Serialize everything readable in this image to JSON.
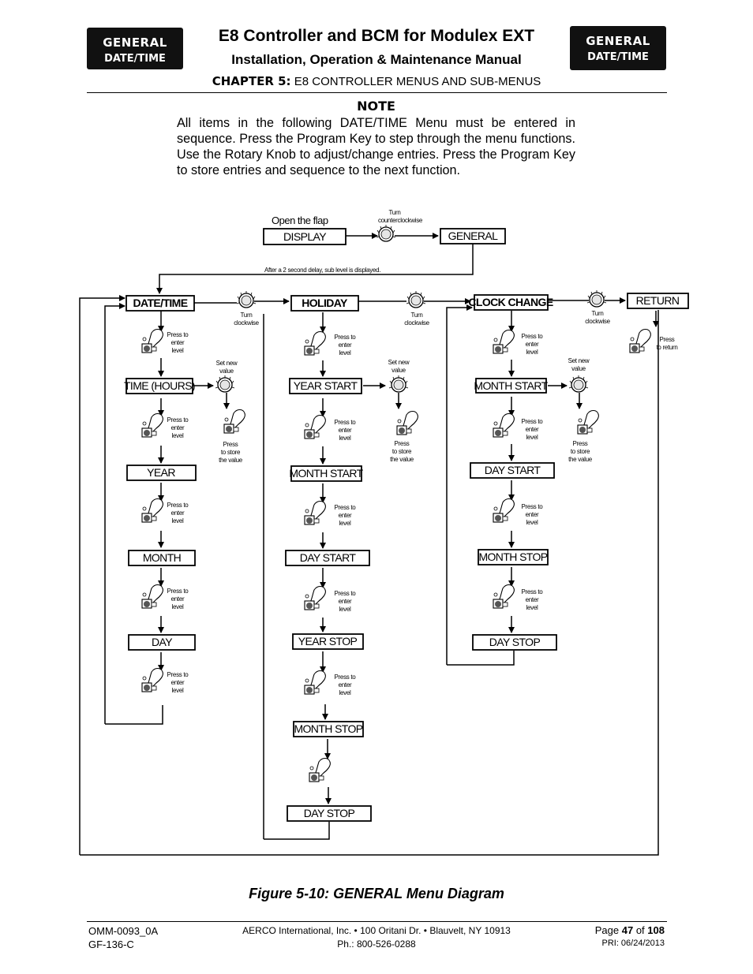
{
  "header": {
    "badge_top": "GENERAL",
    "badge_bottom": "DATE/TIME",
    "title": "E8 Controller and BCM for Modulex EXT",
    "subtitle": "Installation, Operation & Maintenance Manual",
    "chapter_label": "CHAPTER 5:",
    "chapter_text": "E8 CONTROLLER MENUS AND SUB-MENUS"
  },
  "note": {
    "heading": "NOTE",
    "body": "All items in the following DATE/TIME Menu must be entered in sequence. Press the Program Key to step through the menu functions. Use the Rotary Knob to adjust/change entries. Press the Program Key to store entries and sequence to the next function."
  },
  "diagram": {
    "top": {
      "open_flap": "Open the flap",
      "display": "DISPLAY",
      "turn_counter_1": "Turn",
      "turn_counter_2": "counterclockwise",
      "general": "GENERAL",
      "delay_note": "After a 2 second delay, sub level is displayed."
    },
    "columns": {
      "datetime": {
        "header": "DATE/TIME",
        "items": [
          "TIME (HOURS)",
          "YEAR",
          "MONTH",
          "DAY"
        ]
      },
      "holiday": {
        "header": "HOLIDAY",
        "items": [
          "YEAR START",
          "MONTH START",
          "DAY START",
          "YEAR STOP",
          "MONTH STOP",
          "DAY STOP"
        ]
      },
      "clock_change": {
        "header": "CLOCK CHANGE",
        "items": [
          "MONTH START",
          "DAY START",
          "MONTH STOP",
          "DAY STOP"
        ]
      },
      "return": {
        "header": "RETURN"
      }
    },
    "labels": {
      "turn": "Turn",
      "clockwise": "clockwise",
      "press_to": "Press to",
      "enter": "enter",
      "level": "level",
      "set_new": "Set new",
      "value": "value",
      "press": "Press",
      "to_store": "to store",
      "the_value": "the value",
      "press_to_return_1": "Press",
      "press_to_return_2": "to return"
    }
  },
  "caption": "Figure 5-10:  GENERAL Menu Diagram",
  "footer": {
    "doc_number": "OMM-0093_0A",
    "form_number": "GF-136-C",
    "company": "AERCO International, Inc. • 100 Oritani Dr. •  Blauvelt, NY 10913",
    "phone": "Ph.: 800-526-0288",
    "page_prefix": "Page",
    "page_number": "47",
    "page_of": "of",
    "page_total": "108",
    "pri": "PRI:  06/24/2013"
  }
}
